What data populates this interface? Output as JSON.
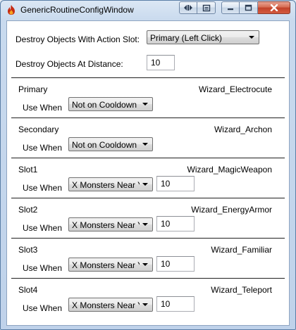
{
  "window": {
    "title": "GenericRoutineConfigWindow",
    "accent_color": "#c2432a"
  },
  "titlebar_icons": {
    "app": "fire-icon",
    "nav": "back-forward-icon",
    "doc": "document-icon",
    "minimize": "minimize-icon",
    "maximize": "maximize-icon",
    "close": "close-icon"
  },
  "general": {
    "destroy_slot_label": "Destroy Objects With Action Slot:",
    "destroy_slot_value": "Primary (Left Click)",
    "destroy_distance_label": "Destroy Objects At Distance:",
    "destroy_distance_value": "10"
  },
  "slots": [
    {
      "name": "Primary",
      "skill": "Wizard_Electrocute",
      "use_when_label": "Use When",
      "condition": "Not on Cooldown",
      "value": ""
    },
    {
      "name": "Secondary",
      "skill": "Wizard_Archon",
      "use_when_label": "Use When",
      "condition": "Not on Cooldown",
      "value": ""
    },
    {
      "name": "Slot1",
      "skill": "Wizard_MagicWeapon",
      "use_when_label": "Use When",
      "condition": "X Monsters Near Y",
      "value": "10"
    },
    {
      "name": "Slot2",
      "skill": "Wizard_EnergyArmor",
      "use_when_label": "Use When",
      "condition": "X Monsters Near Y",
      "value": "10"
    },
    {
      "name": "Slot3",
      "skill": "Wizard_Familiar",
      "use_when_label": "Use When",
      "condition": "X Monsters Near Y",
      "value": "10"
    },
    {
      "name": "Slot4",
      "skill": "Wizard_Teleport",
      "use_when_label": "Use When",
      "condition": "X Monsters Near Y",
      "value": "10"
    }
  ]
}
